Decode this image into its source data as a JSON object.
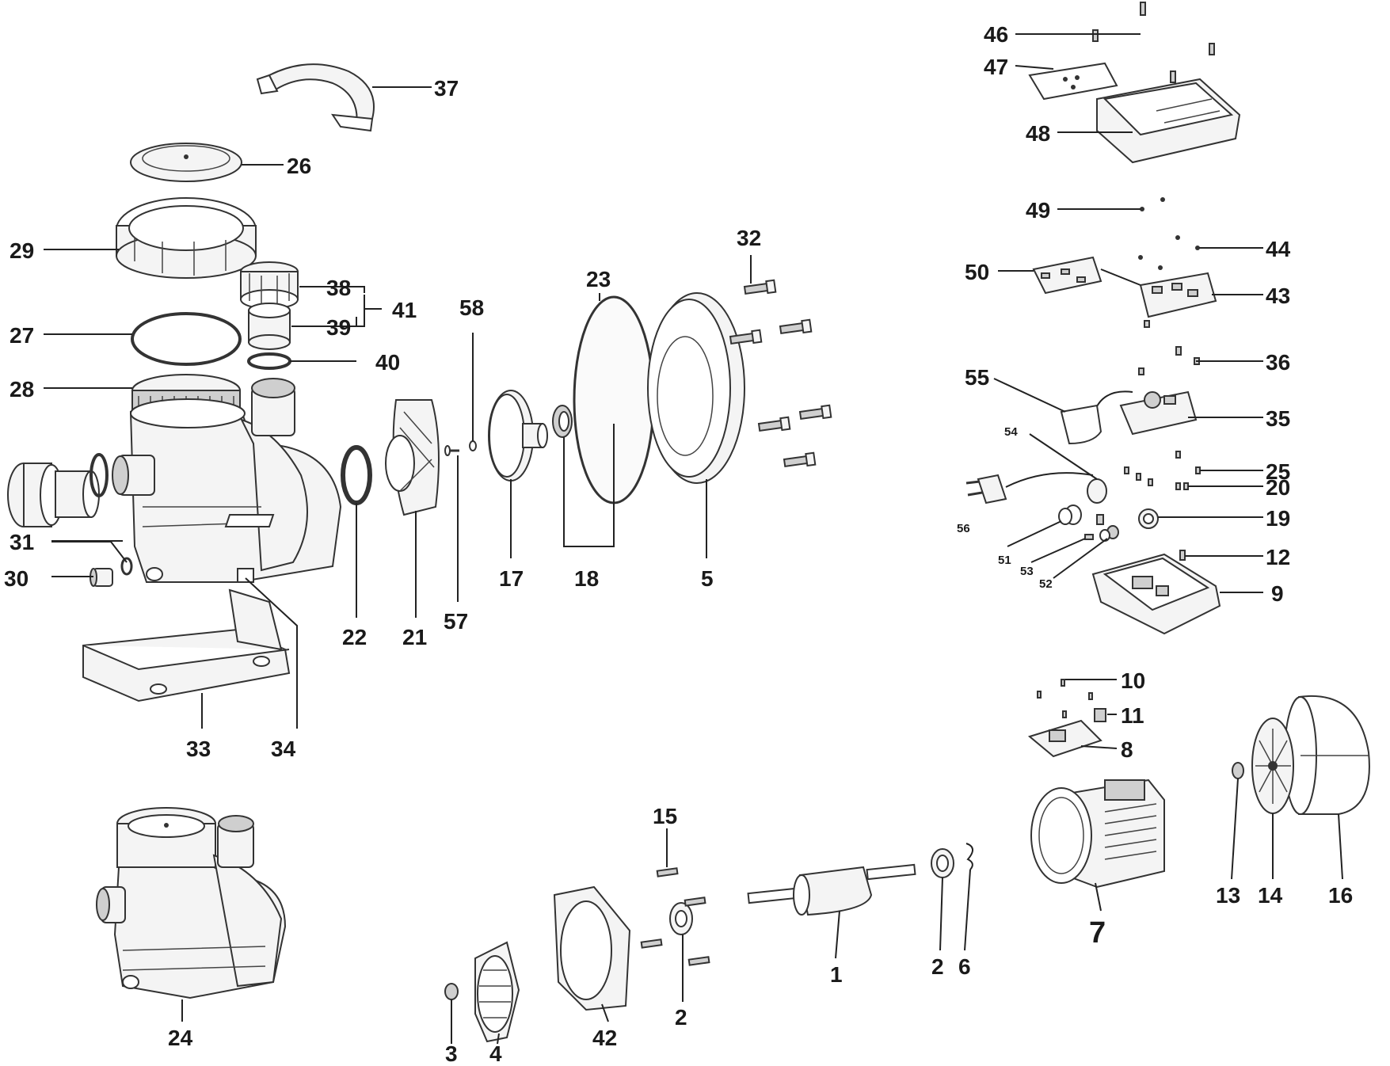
{
  "labels": {
    "p1": "1",
    "p2a": "2",
    "p2b": "2",
    "p3": "3",
    "p4": "4",
    "p5": "5",
    "p6": "6",
    "p7": "7",
    "p8": "8",
    "p9": "9",
    "p10": "10",
    "p11": "11",
    "p12": "12",
    "p13": "13",
    "p14": "14",
    "p15": "15",
    "p16": "16",
    "p17": "17",
    "p18": "18",
    "p19": "19",
    "p20": "20",
    "p21": "21",
    "p22": "22",
    "p23": "23",
    "p24": "24",
    "p25": "25",
    "p26": "26",
    "p27": "27",
    "p28": "28",
    "p29": "29",
    "p30": "30",
    "p31": "31",
    "p32": "32",
    "p33": "33",
    "p34": "34",
    "p35": "35",
    "p36": "36",
    "p37": "37",
    "p38": "38",
    "p39": "39",
    "p40": "40",
    "p41": "41",
    "p42": "42",
    "p43": "43",
    "p44": "44",
    "p46": "46",
    "p47": "47",
    "p48": "48",
    "p49": "49",
    "p50": "50",
    "p51": "51",
    "p52": "52",
    "p53": "53",
    "p54": "54",
    "p55": "55",
    "p56": "56",
    "p57": "57",
    "p58": "58"
  }
}
